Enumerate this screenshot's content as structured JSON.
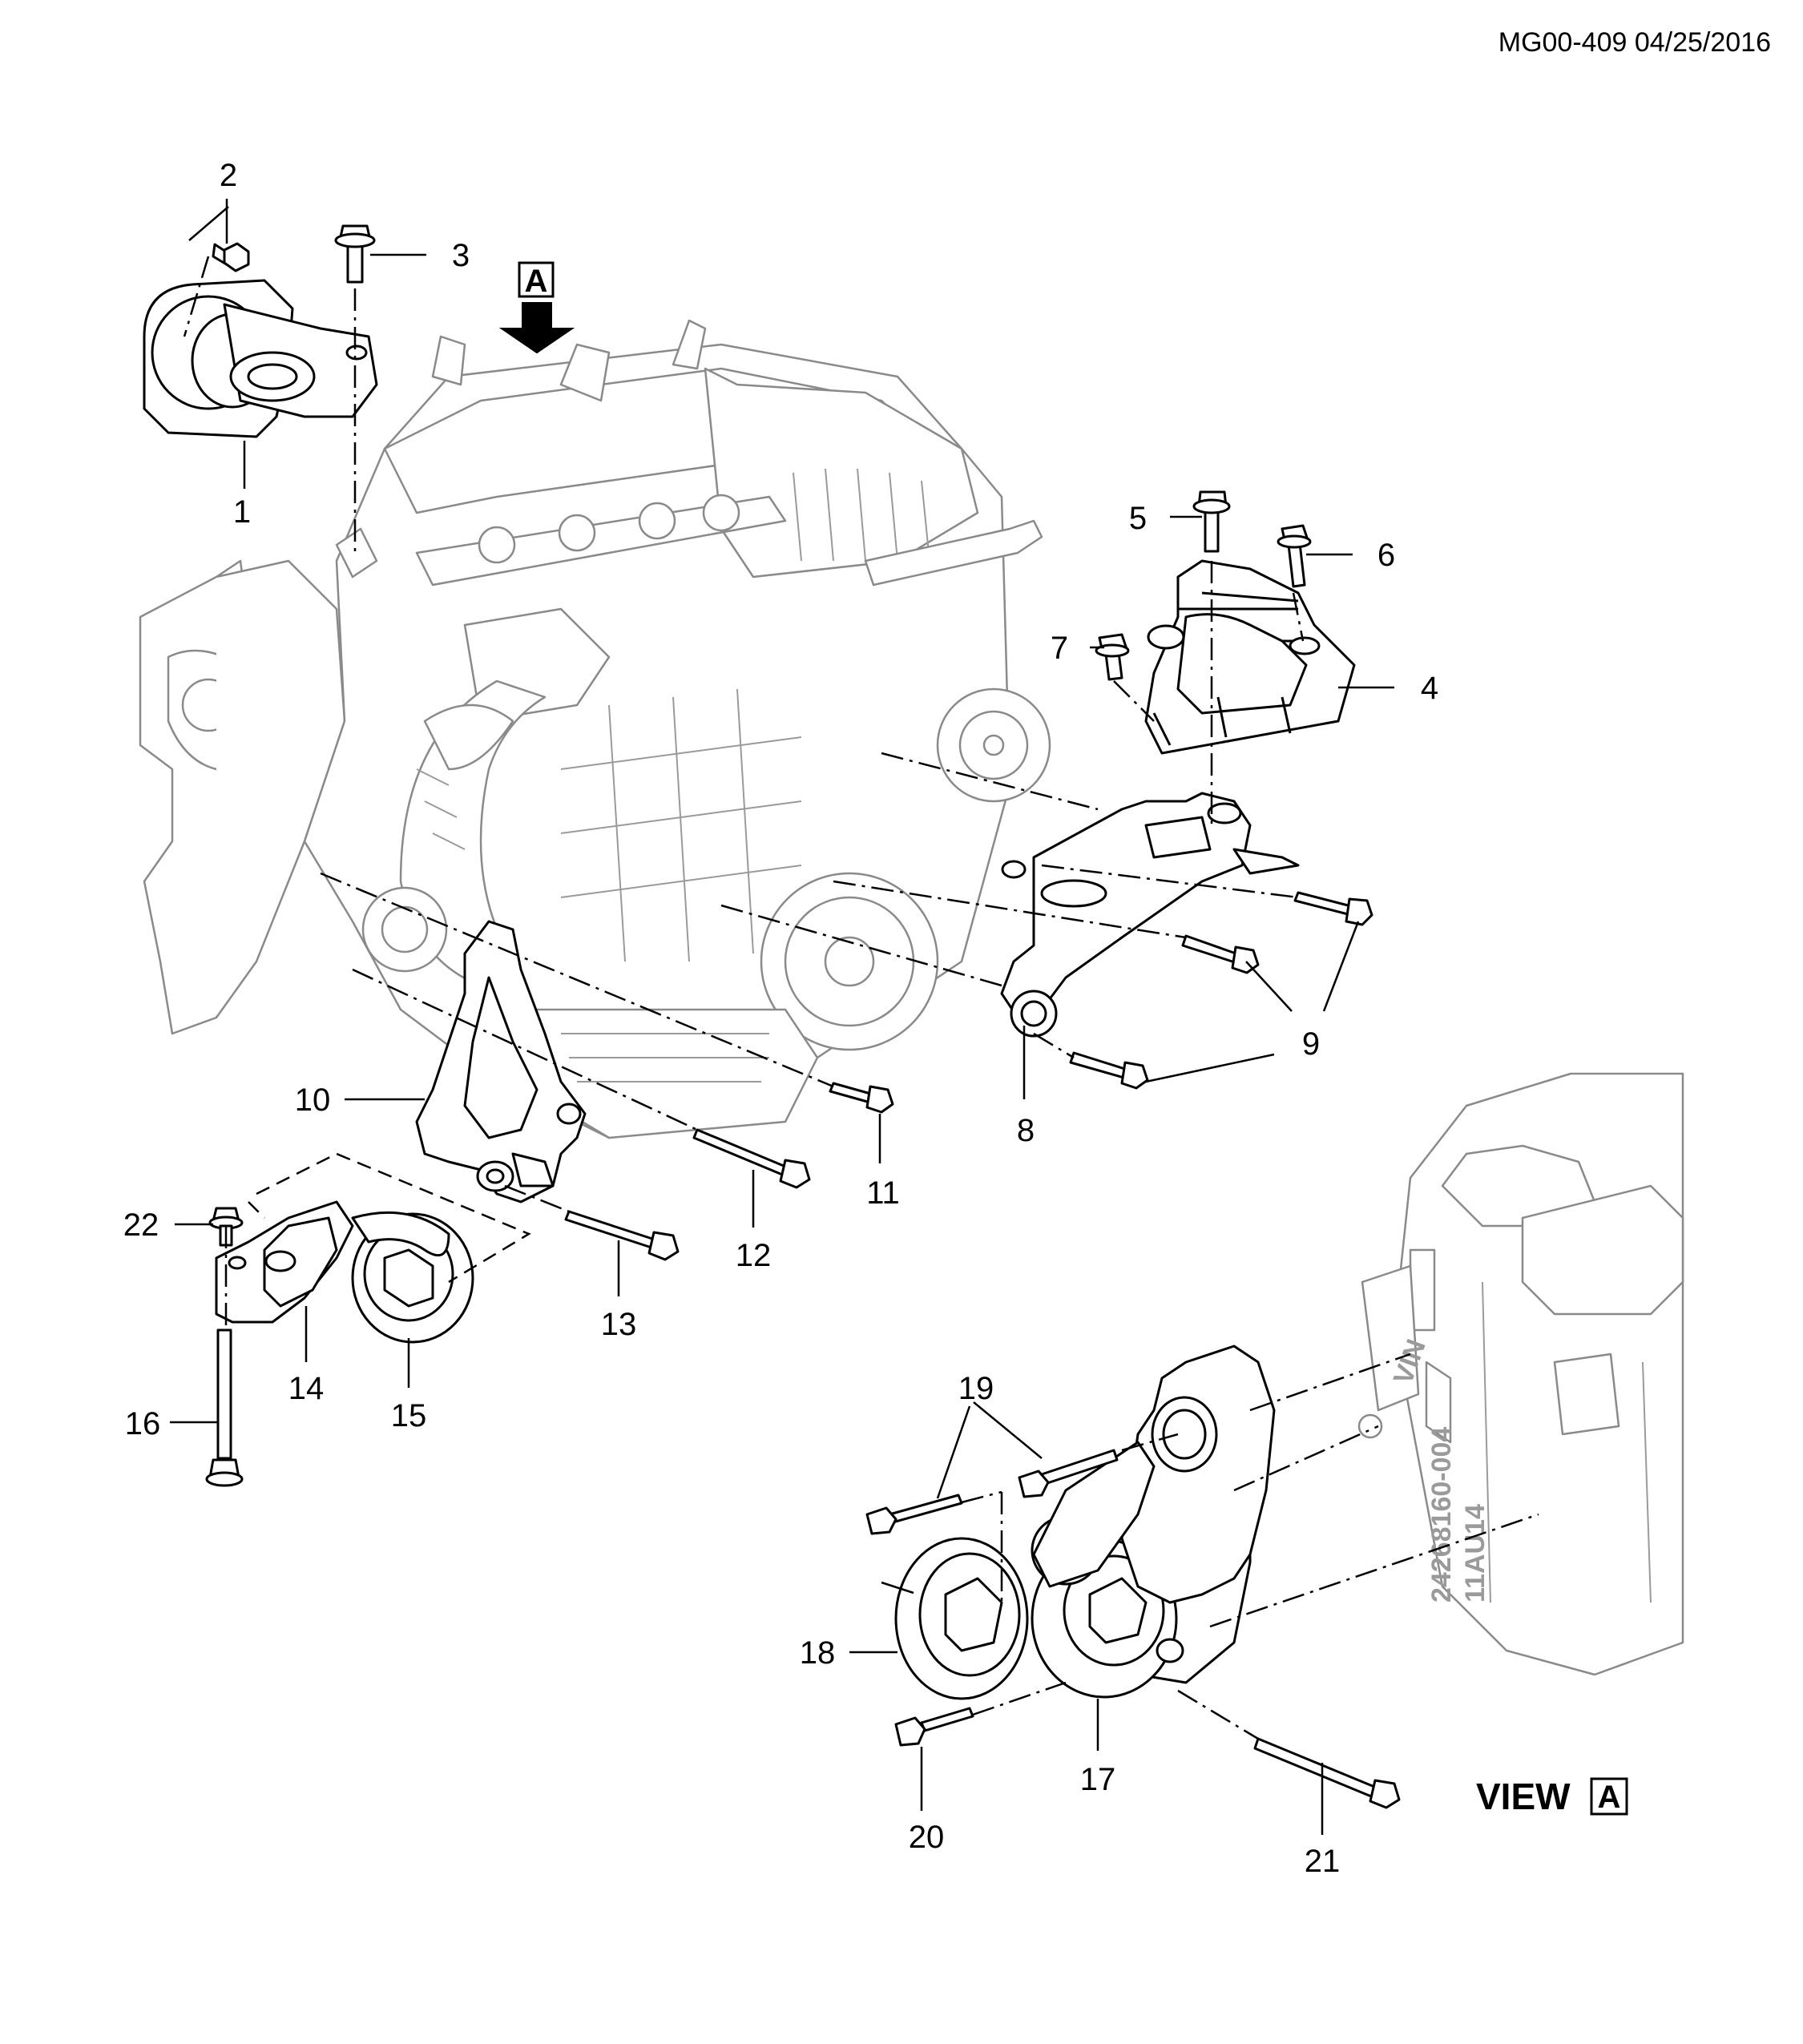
{
  "header": {
    "doc_id": "MG00-409 04/25/2016"
  },
  "view_marker": {
    "letter": "A"
  },
  "view_caption": {
    "text": "VIEW",
    "letter": "A"
  },
  "casting_marks": {
    "line1": "24268160-004",
    "line2": "11AU14",
    "line3": "VIN"
  },
  "callouts": [
    "1",
    "2",
    "3",
    "4",
    "5",
    "6",
    "7",
    "8",
    "9",
    "9",
    "10",
    "11",
    "12",
    "13",
    "14",
    "15",
    "16",
    "17",
    "18",
    "19",
    "20",
    "21",
    "22"
  ]
}
